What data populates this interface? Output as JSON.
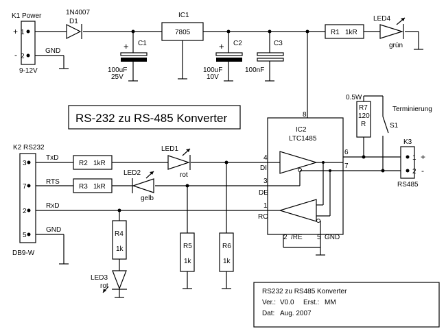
{
  "title": "RS-232 zu RS-485 Konverter",
  "connectors": {
    "k1": {
      "ref": "K1 Power",
      "pin1": "1",
      "pin2": "2",
      "plus": "+",
      "minus": "-",
      "gnd": "GND",
      "voltage": "9-12V"
    },
    "k2": {
      "ref": "K2 RS232",
      "pins": [
        "3",
        "7",
        "2",
        "5"
      ],
      "labels": [
        "TxD",
        "RTS",
        "RxD",
        "GND"
      ],
      "type": "DB9-W"
    },
    "k3": {
      "ref": "K3",
      "pins": [
        "1",
        "2"
      ],
      "plus": "+",
      "minus": "-",
      "name": "RS485"
    }
  },
  "parts": {
    "d1": {
      "ref": "D1",
      "value": "1N4007"
    },
    "ic1": {
      "ref": "IC1",
      "value": "7805"
    },
    "c1": {
      "ref": "C1",
      "value": "100uF",
      "voltage": "25V",
      "plus": "+"
    },
    "c2": {
      "ref": "C2",
      "value": "100uF",
      "voltage": "10V",
      "plus": "+"
    },
    "c3": {
      "ref": "C3",
      "value": "100nF"
    },
    "r1": {
      "ref": "R1",
      "value": "1kR"
    },
    "led4": {
      "ref": "LED4",
      "color": "grün"
    },
    "r2": {
      "ref": "R2",
      "value": "1kR"
    },
    "r3": {
      "ref": "R3",
      "value": "1kR"
    },
    "led1": {
      "ref": "LED1",
      "color": "rot"
    },
    "led2": {
      "ref": "LED2",
      "color": "gelb"
    },
    "led3": {
      "ref": "LED3",
      "color": "rot"
    },
    "r4": {
      "ref": "R4",
      "value": "1k"
    },
    "r5": {
      "ref": "R5",
      "value": "1k"
    },
    "r6": {
      "ref": "R6",
      "value": "1k"
    },
    "r7": {
      "ref": "R7",
      "value1": "120",
      "value2": "R",
      "power": "0.5W"
    },
    "s1": {
      "ref": "S1",
      "label": "Terminierung"
    },
    "ic2": {
      "ref": "IC2",
      "value": "LTC1485",
      "pin_numbers": {
        "p4": "4",
        "p3": "3",
        "p1": "1",
        "p2": "2",
        "p5": "5",
        "p6": "6",
        "p7": "7",
        "p8": "8"
      },
      "pin_names": {
        "di": "DI",
        "de": "DE",
        "ro": "RO",
        "re": "/RE",
        "gnd": "GND"
      }
    }
  },
  "info_box": {
    "line1": "RS232 zu RS485 Konverter",
    "ver_label": "Ver.:",
    "ver": "V0.0",
    "erst_label": "Erst.:",
    "erst": "MM",
    "dat_label": "Dat:",
    "dat": "Aug. 2007"
  }
}
